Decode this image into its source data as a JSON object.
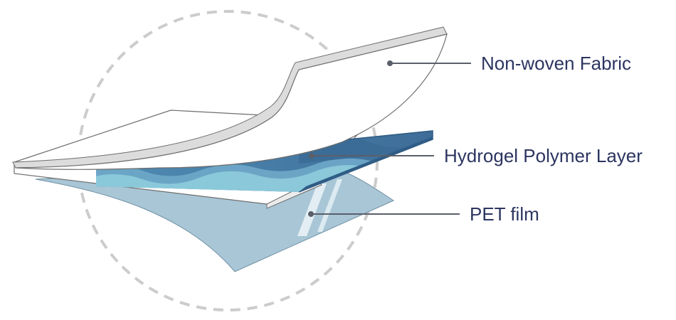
{
  "labels": {
    "nonwoven": "Non-woven Fabric",
    "hydrogel": "Hydrogel Polymer Layer",
    "pet": "PET film"
  },
  "colors": {
    "label_text": "#2c3560",
    "leader_line": "#5a5f6a",
    "dashed_circle": "#cccccc",
    "fabric_fill": "#ffffff",
    "fabric_edge": "#dcdcdc",
    "outline": "#6e6e6e",
    "hydrogel_dark": "#3e6d98",
    "hydrogel_mid": "#4f8cb4",
    "hydrogel_light": "#7fbfd3",
    "pet_fill": "#a9c6d6"
  },
  "icons": {
    "leader_dot": "circle-dot"
  }
}
